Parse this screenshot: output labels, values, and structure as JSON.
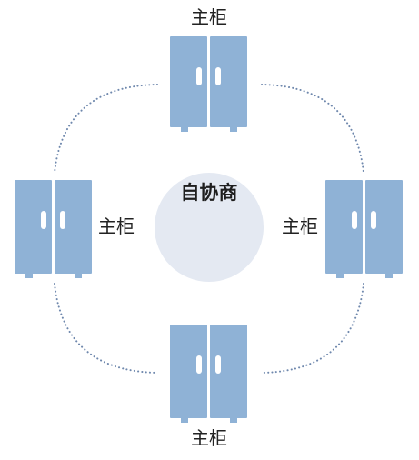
{
  "center": {
    "label": "自协商"
  },
  "cabinets": [
    {
      "id": "top",
      "label": "主柜"
    },
    {
      "id": "left",
      "label": "主柜"
    },
    {
      "id": "right",
      "label": "主柜"
    },
    {
      "id": "bottom",
      "label": "主柜"
    }
  ],
  "colors": {
    "cabinet": "#8fb2d6",
    "cabinet_handle": "#ffffff",
    "center_circle": "#e4e9f2",
    "ring_dots": "#6f88ad"
  }
}
